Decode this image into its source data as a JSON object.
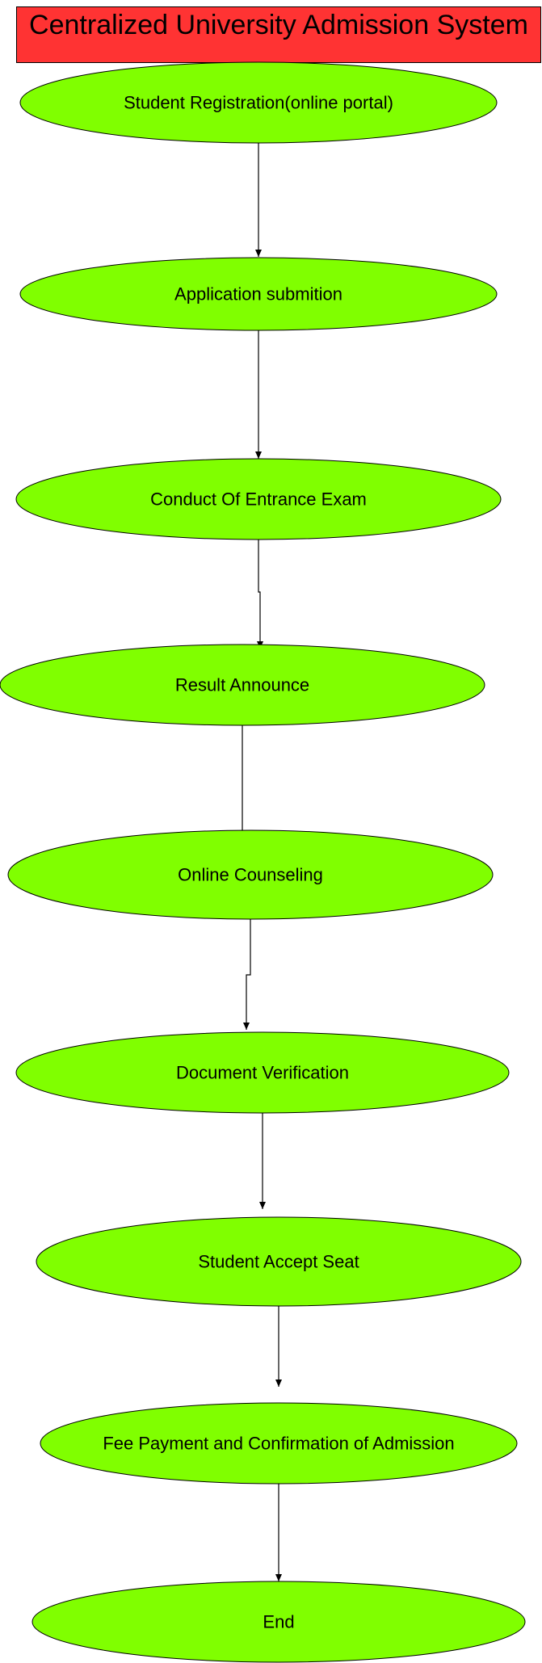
{
  "title": "Centralized University Admission System",
  "colors": {
    "title_fill": "#ff3333",
    "node_fill": "#80ff00",
    "stroke": "#000000"
  },
  "nodes": [
    {
      "id": "n1",
      "label": "Student Registration(online portal)"
    },
    {
      "id": "n2",
      "label": "Application submition"
    },
    {
      "id": "n3",
      "label": "Conduct Of Entrance Exam"
    },
    {
      "id": "n4",
      "label": "Result  Announce"
    },
    {
      "id": "n5",
      "label": "Online Counseling"
    },
    {
      "id": "n6",
      "label": "Document Verification"
    },
    {
      "id": "n7",
      "label": "Student Accept Seat"
    },
    {
      "id": "n8",
      "label": "Fee Payment and Confirmation of Admission"
    },
    {
      "id": "n9",
      "label": "End"
    }
  ],
  "edges": [
    {
      "from": "n1",
      "to": "n2"
    },
    {
      "from": "n2",
      "to": "n3"
    },
    {
      "from": "n3",
      "to": "n4"
    },
    {
      "from": "n4",
      "to": "n5"
    },
    {
      "from": "n5",
      "to": "n6"
    },
    {
      "from": "n6",
      "to": "n7"
    },
    {
      "from": "n7",
      "to": "n8"
    },
    {
      "from": "n8",
      "to": "n9"
    }
  ]
}
